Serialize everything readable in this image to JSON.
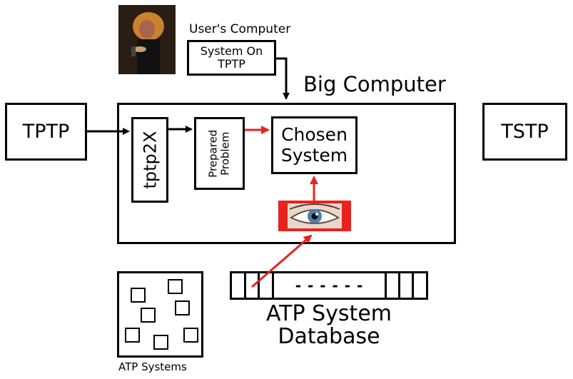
{
  "user_computer": {
    "title": "User's Computer",
    "system_on_tptp_line1": "System On",
    "system_on_tptp_line2": "TPTP"
  },
  "big_computer": {
    "title": "Big Computer",
    "tptp2x": "tptp2X",
    "prepared_line1": "Prepared",
    "prepared_line2": "Problem",
    "chosen_line1": "Chosen",
    "chosen_line2": "System"
  },
  "tptp": "TPTP",
  "tstp": "TSTP",
  "atp_systems": "ATP Systems",
  "atp_database": {
    "line1": "ATP System",
    "line2": "Database",
    "dashes": "- - - - - -"
  },
  "colors": {
    "arrow_black": "#000000",
    "arrow_red": "#e8231f",
    "eye_bg": "#e8231f"
  },
  "icons": {
    "user_photo": "singer-photo",
    "eye": "eye-image"
  }
}
